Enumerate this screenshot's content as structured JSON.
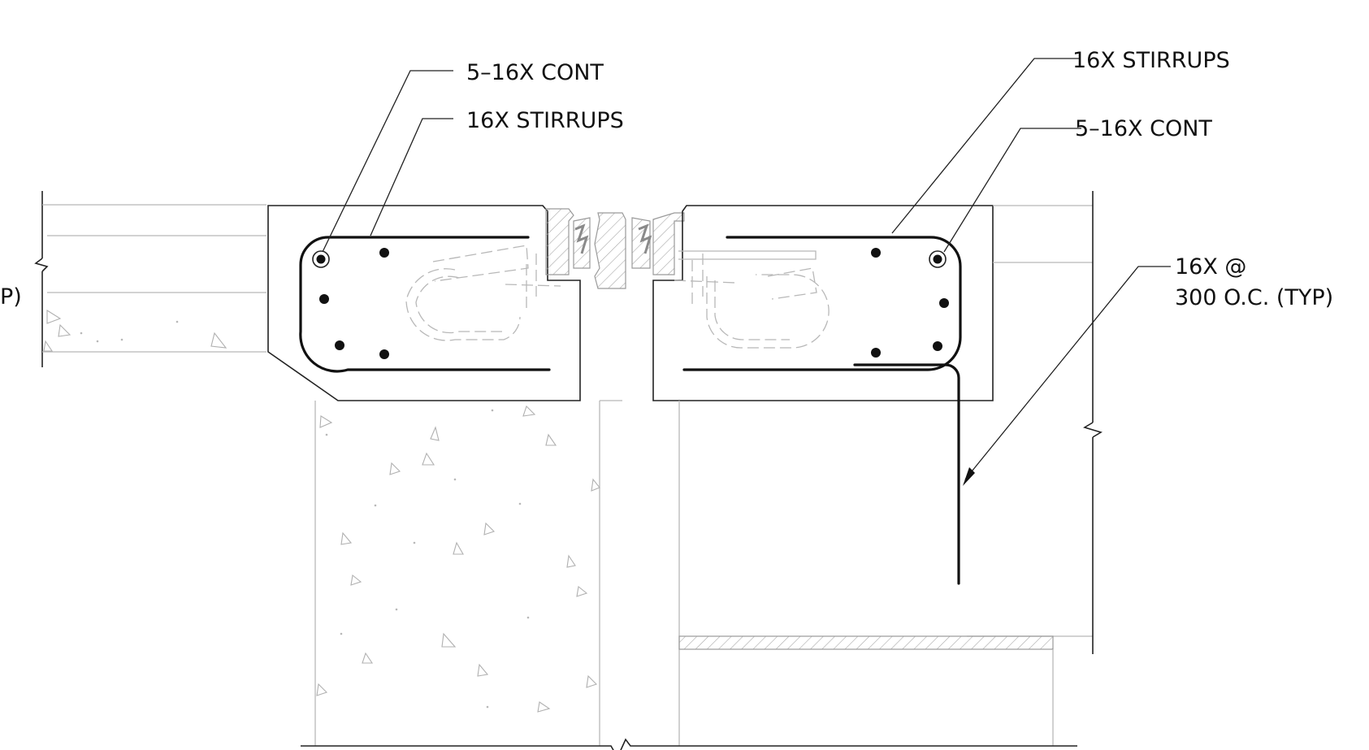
{
  "colors": {
    "line": "#222222",
    "rebar": "#111111",
    "hidden": "#b8b8b8",
    "background": "#ffffff"
  },
  "labels": {
    "left_cont": "5–16X CONT",
    "left_stirrups": "16X STIRRUPS",
    "right_stirrups": "16X STIRRUPS",
    "right_cont": "5–16X CONT",
    "dowel_line1": "16X @",
    "dowel_line2": "300 O.C. (TYP)",
    "cut_left": "P)"
  }
}
